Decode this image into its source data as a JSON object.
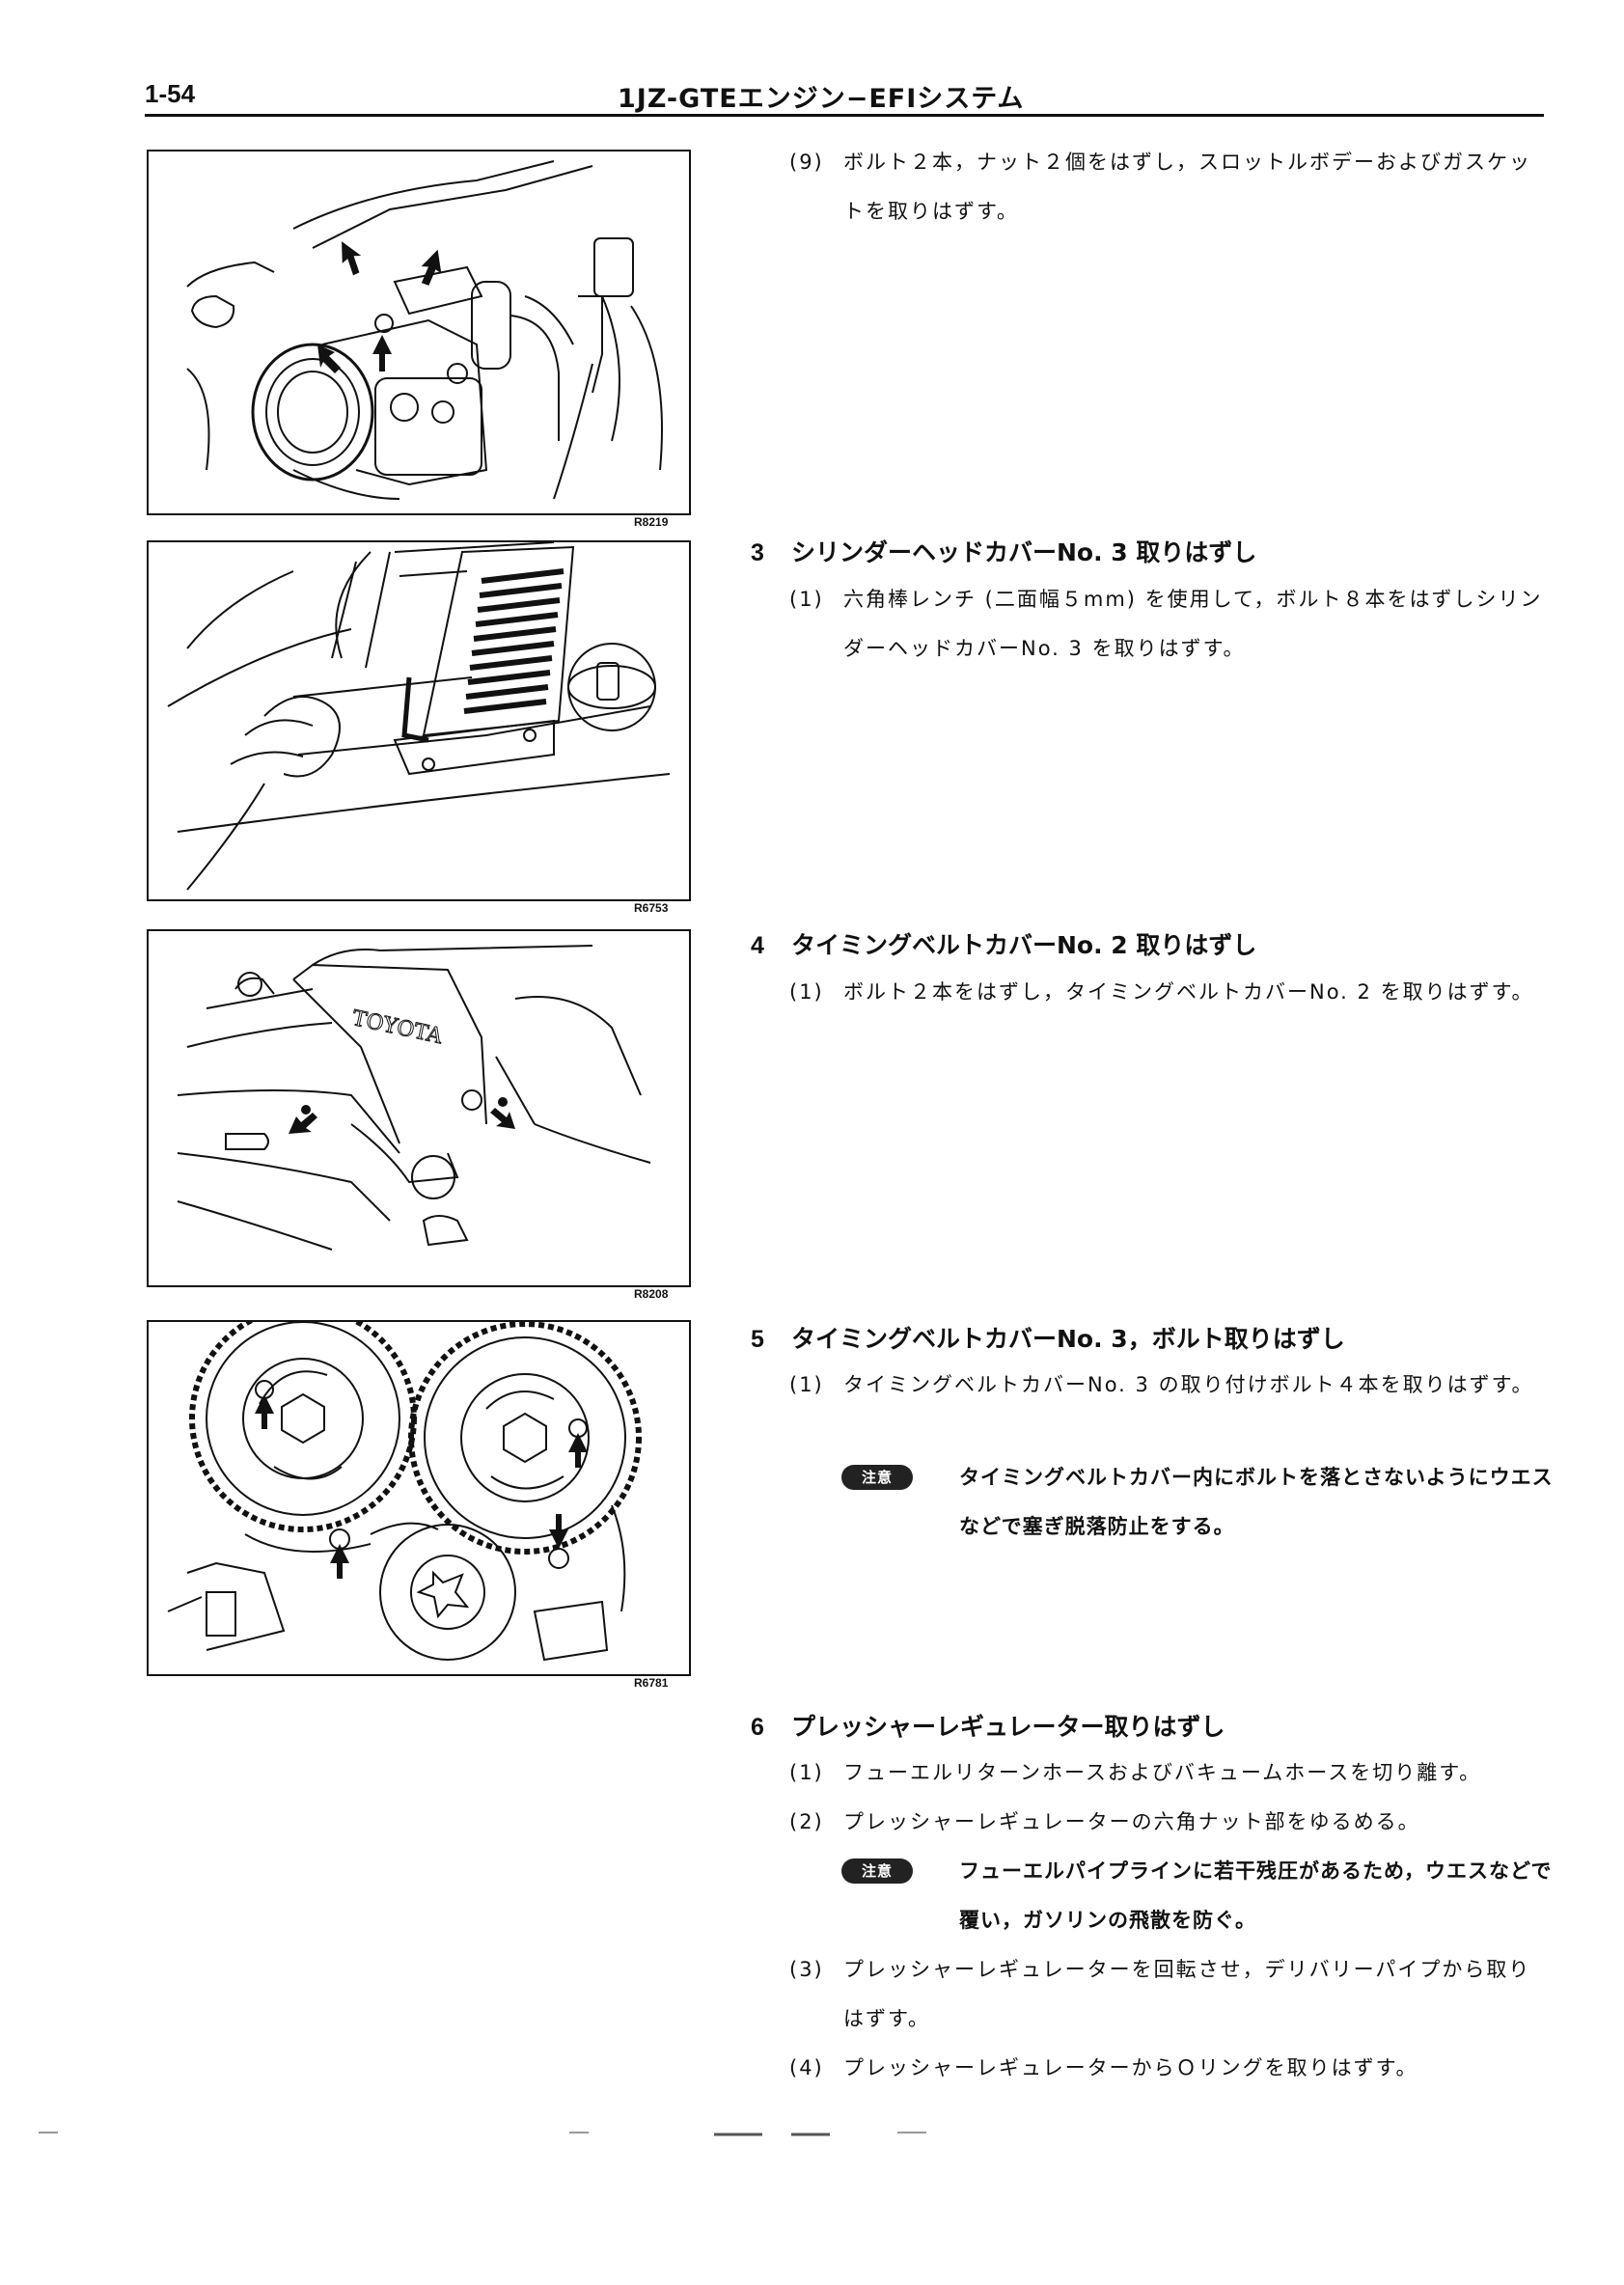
{
  "header": {
    "page_number": "1-54",
    "title": "1JZ-GTEエンジン−EFIシステム"
  },
  "figures": [
    {
      "code": "R8219",
      "depicts": "throttle-body"
    },
    {
      "code": "R6753",
      "depicts": "cylinder-head-cover"
    },
    {
      "code": "R8208",
      "depicts": "timing-belt-cover-no2"
    },
    {
      "code": "R6781",
      "depicts": "timing-belt-cover-no3"
    }
  ],
  "note_badge": "注意",
  "sections": [
    {
      "items": [
        {
          "num": "(9)",
          "text": "ボルト２本，ナット２個をはずし，スロットルボデーおよびガスケットを取りはずす。"
        }
      ]
    },
    {
      "num": "3",
      "title": "シリンダーヘッドカバーNo. 3 取りはずし",
      "items": [
        {
          "num": "(1)",
          "text": "六角棒レンチ (二面幅５mm) を使用して，ボルト８本をはずしシリンダーヘッドカバーNo. 3 を取りはずす。"
        }
      ]
    },
    {
      "num": "4",
      "title": "タイミングベルトカバーNo. 2 取りはずし",
      "items": [
        {
          "num": "(1)",
          "text": "ボルト２本をはずし，タイミングベルトカバーNo. 2 を取りはずす。"
        }
      ]
    },
    {
      "num": "5",
      "title": "タイミングベルトカバーNo. 3，ボルト取りはずし",
      "items": [
        {
          "num": "(1)",
          "text": "タイミングベルトカバーNo. 3 の取り付けボルト４本を取りはずす。"
        }
      ],
      "note": "タイミングベルトカバー内にボルトを落とさないようにウエスなどで塞ぎ脱落防止をする。"
    },
    {
      "num": "6",
      "title": "プレッシャーレギュレーター取りはずし",
      "items": [
        {
          "num": "(1)",
          "text": "フューエルリターンホースおよびバキュームホースを切り離す。"
        },
        {
          "num": "(2)",
          "text": "プレッシャーレギュレーターの六角ナット部をゆるめる。"
        },
        {
          "num": "(3)",
          "text": "プレッシャーレギュレーターを回転させ，デリバリーパイプから取りはずす。"
        },
        {
          "num": "(4)",
          "text": "プレッシャーレギュレーターからＯリングを取りはずす。"
        }
      ],
      "note": "フューエルパイプラインに若干残圧があるため，ウエスなどで覆い，ガソリンの飛散を防ぐ。"
    }
  ]
}
